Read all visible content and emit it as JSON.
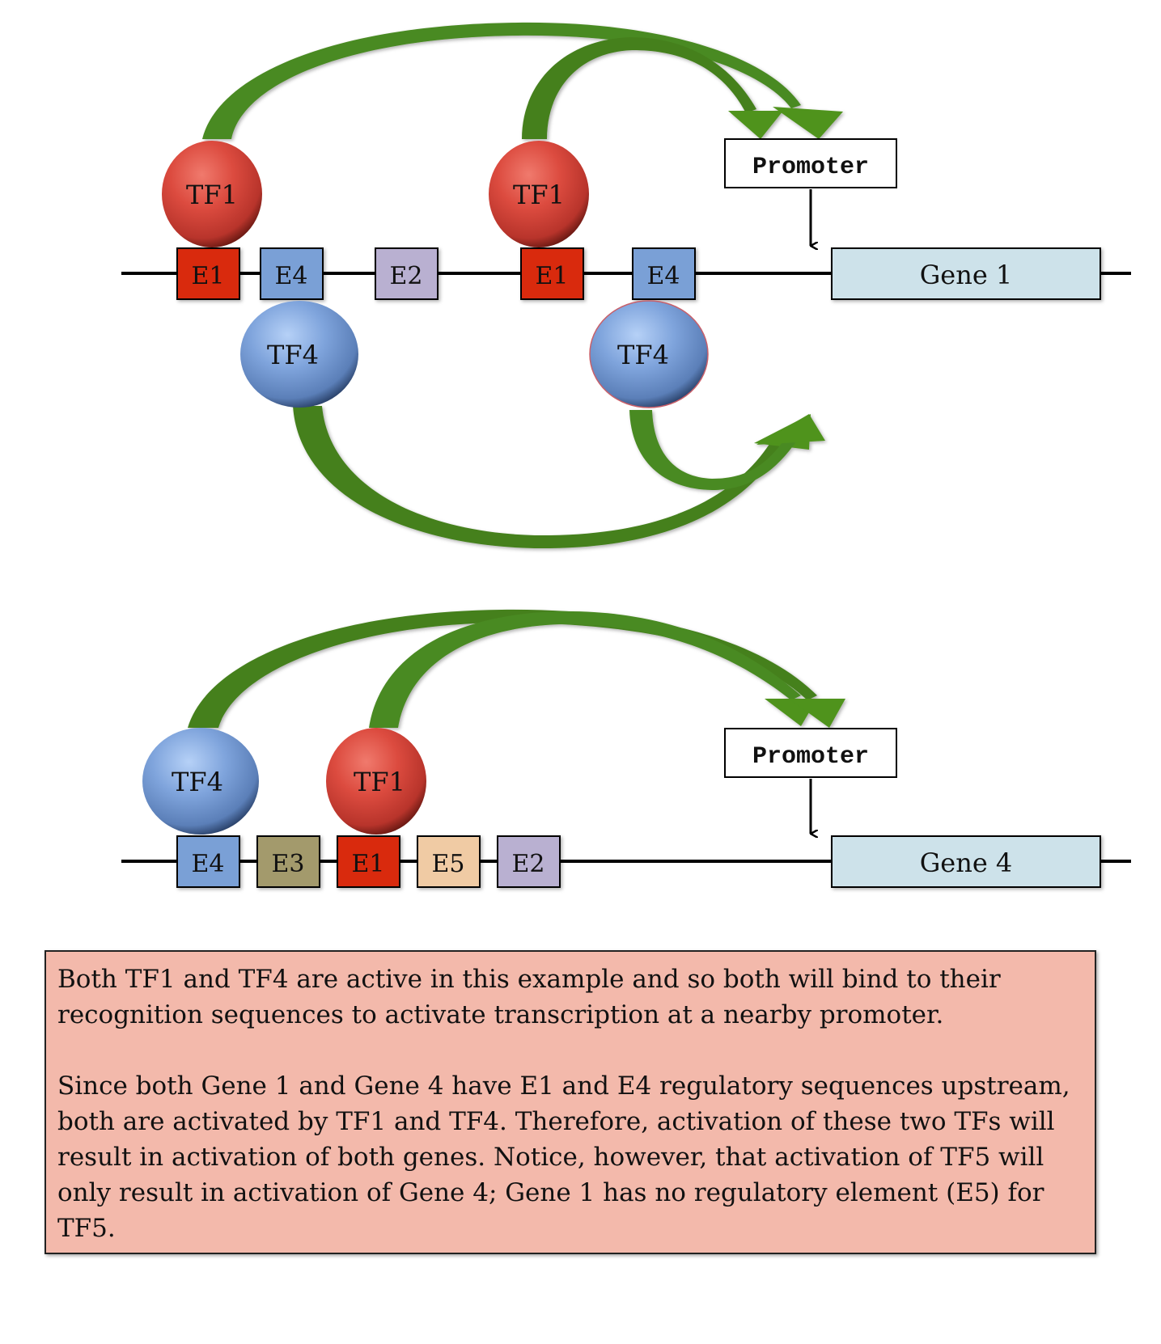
{
  "colors": {
    "tf1": "#d9473c",
    "tf4": "#7ea3db",
    "E1": "#d92b0b",
    "E2": "#b9b0d1",
    "E3": "#a39a6c",
    "E4": "#7aa0d6",
    "E5": "#f0cba4",
    "gene": "#cde2ea",
    "arrow": "#4a8a22",
    "note_bg": "#f3b9ab"
  },
  "panels": [
    {
      "id": "gene1",
      "gene_label": "Gene 1",
      "promoter_label": "Promoter",
      "elements": [
        {
          "label": "E1",
          "type": "E1"
        },
        {
          "label": "E4",
          "type": "E4"
        },
        {
          "label": "E2",
          "type": "E2"
        },
        {
          "label": "E1",
          "type": "E1"
        },
        {
          "label": "E4",
          "type": "E4"
        }
      ],
      "factors": [
        {
          "label": "TF1",
          "type": "tf1",
          "bound_to": "E1 (1st)",
          "side": "above"
        },
        {
          "label": "TF1",
          "type": "tf1",
          "bound_to": "E1 (2nd)",
          "side": "above"
        },
        {
          "label": "TF4",
          "type": "tf4",
          "bound_to": "E4 (1st)",
          "side": "below"
        },
        {
          "label": "TF4",
          "type": "tf4",
          "bound_to": "E4 (2nd)",
          "side": "below"
        }
      ]
    },
    {
      "id": "gene4",
      "gene_label": "Gene 4",
      "promoter_label": "Promoter",
      "elements": [
        {
          "label": "E4",
          "type": "E4"
        },
        {
          "label": "E3",
          "type": "E3"
        },
        {
          "label": "E1",
          "type": "E1"
        },
        {
          "label": "E5",
          "type": "E5"
        },
        {
          "label": "E2",
          "type": "E2"
        }
      ],
      "factors": [
        {
          "label": "TF4",
          "type": "tf4",
          "bound_to": "E4",
          "side": "above"
        },
        {
          "label": "TF1",
          "type": "tf1",
          "bound_to": "E1",
          "side": "above"
        }
      ]
    }
  ],
  "note": {
    "paragraphs": [
      "Both TF1 and TF4 are active in this example and so both will bind to their recognition sequences to activate transcription at a nearby promoter.",
      "Since both Gene 1 and Gene 4 have E1 and E4 regulatory sequences upstream, both are activated by TF1 and TF4. Therefore, activation of these two TFs will result in activation of both genes. Notice, however, that activation of TF5 will only result in activation of Gene 4; Gene 1 has no regulatory element (E5) for TF5."
    ]
  }
}
